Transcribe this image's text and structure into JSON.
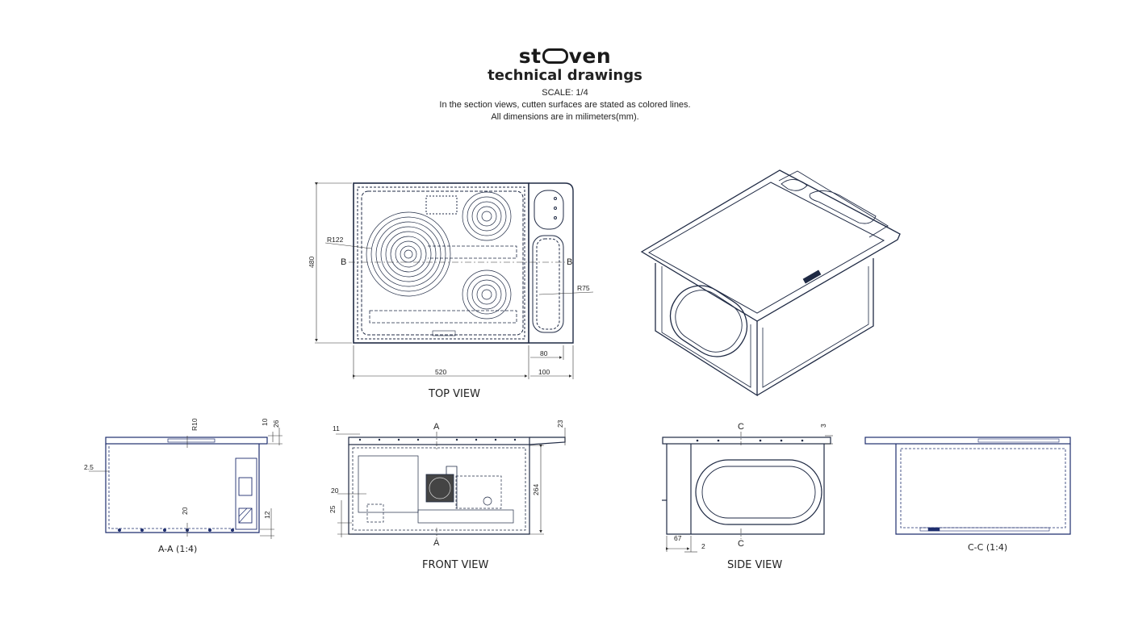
{
  "header": {
    "brand": "st",
    "brand_tail": "ven",
    "subtitle": "technical drawings",
    "scale": "SCALE: 1/4",
    "note_section": "In the section views, cutten surfaces are stated as colored lines.",
    "note_units": "All dimensions are in milimeters(mm)."
  },
  "views": {
    "top": "TOP VIEW",
    "front": "FRONT VIEW",
    "side": "SIDE VIEW",
    "section_aa": "A-A (1:4)",
    "section_cc": "C-C (1:4)"
  },
  "markers": {
    "a": "A",
    "b": "B",
    "c": "C"
  },
  "dimensions": {
    "top_height": "480",
    "top_width": "520",
    "top_right_80": "80",
    "top_right_100": "100",
    "top_r122": "R122",
    "top_r75": "R75",
    "aa_r10": "R10",
    "aa_10": "10",
    "aa_26": "26",
    "aa_2_5": "2.5",
    "aa_20": "20",
    "aa_12": "12",
    "fv_11": "11",
    "fv_23": "23",
    "fv_20": "20",
    "fv_25": "25",
    "fv_264": "264",
    "sv_3": "3",
    "sv_67": "67",
    "sv_2": "2"
  },
  "colors": {
    "line": "#1f2a44",
    "section": "#1e2e6e",
    "dim": "#333333"
  }
}
